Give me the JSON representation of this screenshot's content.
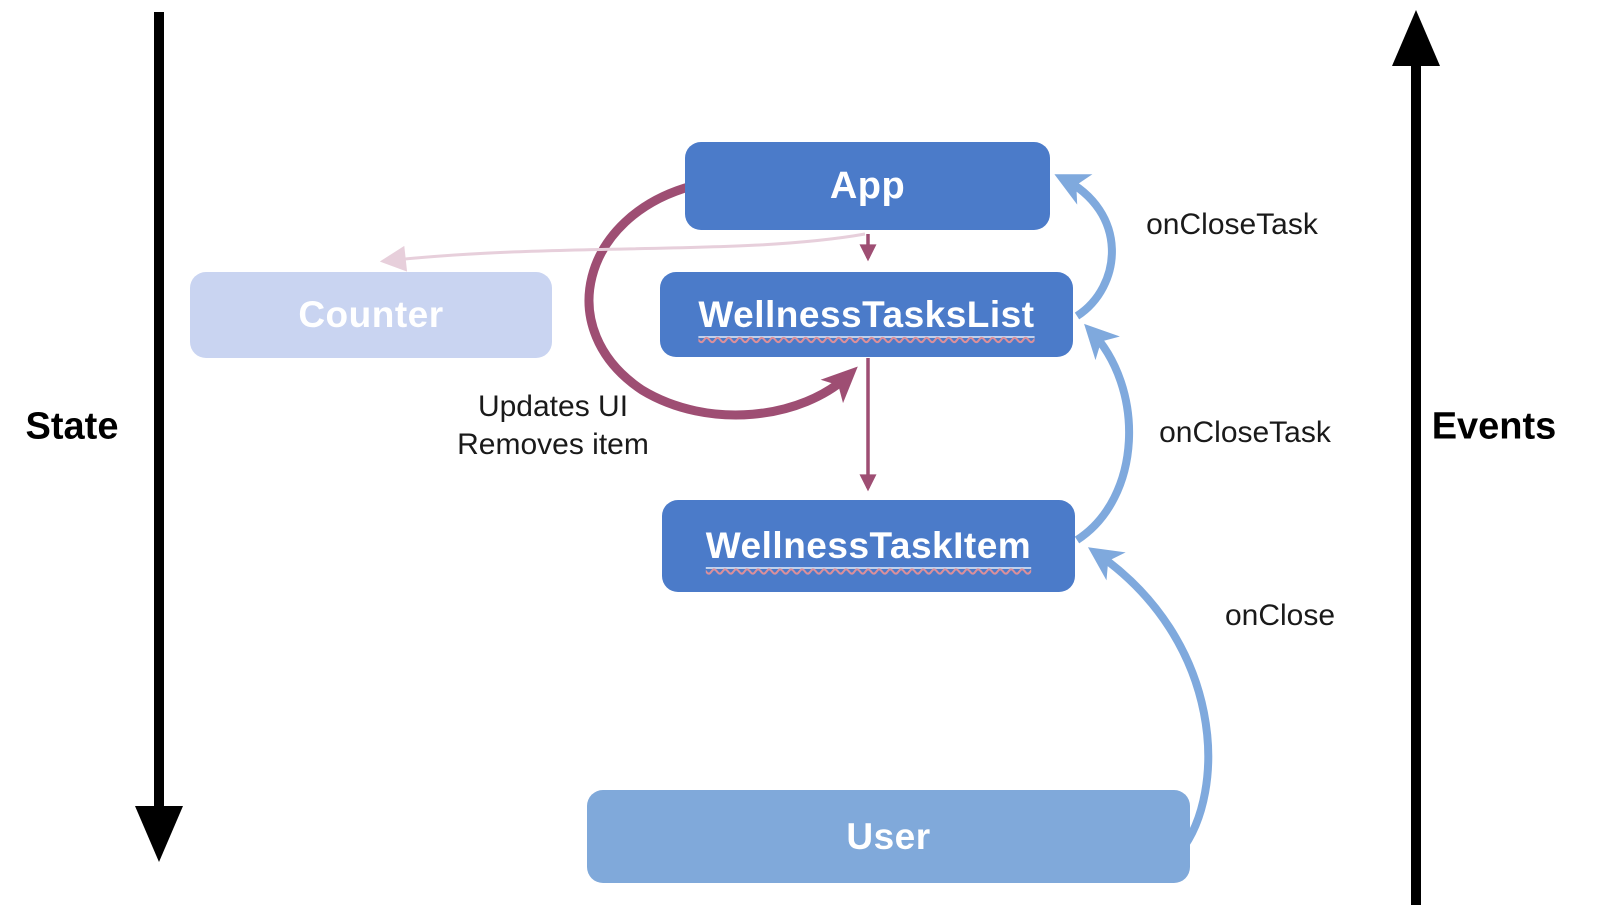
{
  "diagram": {
    "axis_left": {
      "label": "State",
      "direction": "down"
    },
    "axis_right": {
      "label": "Events",
      "direction": "up"
    },
    "nodes": {
      "app": {
        "label": "App"
      },
      "counter": {
        "label": "Counter",
        "state": "faded"
      },
      "wellness_tasks_list": {
        "label": "WellnessTasksList"
      },
      "wellness_task_item": {
        "label": "WellnessTaskItem"
      },
      "user": {
        "label": "User"
      }
    },
    "edge_labels": {
      "list_to_app": "onCloseTask",
      "item_to_list": "onCloseTask",
      "user_to_item": "onClose"
    },
    "note": {
      "line1": "Updates UI",
      "line2": "Removes item"
    },
    "colors": {
      "component_blue": "#4b7bc9",
      "component_faded": "#c9d4f1",
      "user_blue": "#80a9da",
      "event_arrow_blue": "#7fa9dd",
      "state_arrow_maroon": "#9e4e73",
      "faded_pink": "#e7cfdb",
      "axis_black": "#000000",
      "text_black": "#1a1a1a"
    }
  }
}
